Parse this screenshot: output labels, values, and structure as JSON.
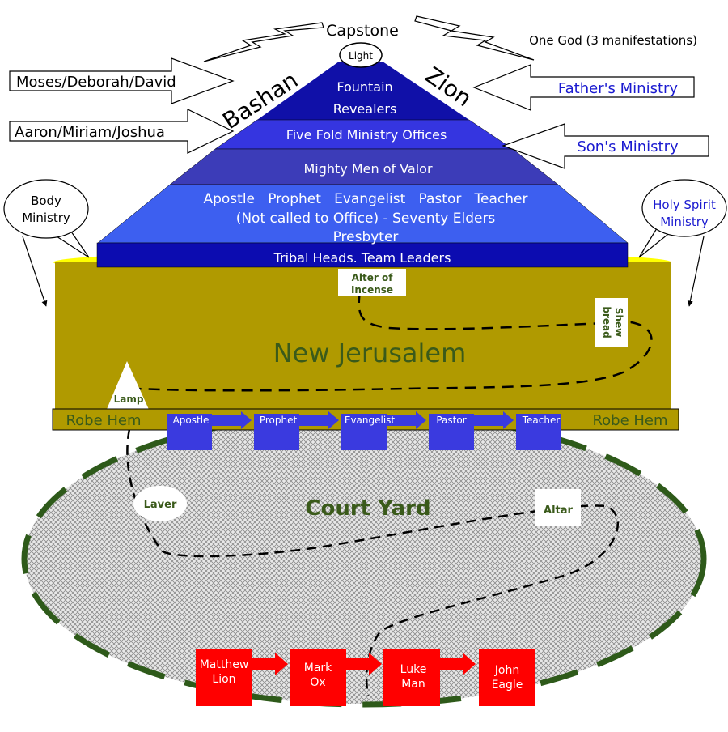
{
  "capstone": {
    "title": "Capstone",
    "light": "Light"
  },
  "one_god": "One God (3 manifestations)",
  "mountains": {
    "left": "Bashan",
    "right": "Zion"
  },
  "pyramid": {
    "tier1": [
      "Fountain",
      "Revealers"
    ],
    "tier2": "Five Fold Ministry Offices",
    "tier3": "Mighty Men of Valor",
    "tier4_offices": "Apostle   Prophet   Evangelist   Pastor   Teacher",
    "tier4_elders": "(Not called to Office) - Seventy Elders",
    "tier4_presbyter": "Presbyter",
    "base": "Tribal Heads.  Team Leaders"
  },
  "left_callouts": [
    "Moses/Deborah/David",
    "Aaron/Miriam/Joshua"
  ],
  "right_callouts": [
    "Father's Ministry",
    "Son's Ministry"
  ],
  "bubbles": {
    "left": [
      "Body",
      "Ministry"
    ],
    "right": [
      "Holy Spirit",
      "Ministry"
    ]
  },
  "temple": {
    "altar_incense": [
      "Alter of",
      "Incense"
    ],
    "shewbread": [
      "Shew",
      "bread"
    ],
    "name": "New Jerusalem",
    "lamp": "Lamp"
  },
  "robe_hem": {
    "label": "Robe Hem",
    "offices": [
      "Apostle",
      "Prophet",
      "Evangelist",
      "Pastor",
      "Teacher"
    ]
  },
  "court": {
    "name": "Court Yard",
    "laver": "Laver",
    "altar": "Altar"
  },
  "gospels": [
    [
      "Matthew",
      "Lion"
    ],
    [
      "Mark",
      "Ox"
    ],
    [
      "Luke",
      "Man"
    ],
    [
      "John",
      "Eagle"
    ]
  ],
  "colors": {
    "pyramid_top": "#1010a8",
    "pyramid_mid": "#3535e0",
    "pyramid_band3": "#3c3cb8",
    "pyramid_wide": "#3d5ff0",
    "pyramid_base": "#0c0cb0",
    "temple": "#b09a00",
    "temple_glow": "#ffff00",
    "text_green": "#3a5a1a",
    "dash_green": "#2e5a1a",
    "office_blue": "#3a3adf",
    "gospel_red": "#ff0000",
    "callout_blue": "#1a1ad0"
  }
}
